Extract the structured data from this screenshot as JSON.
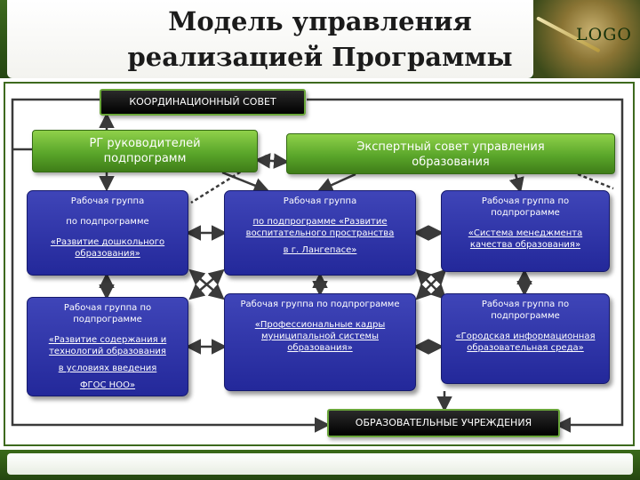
{
  "header": {
    "title_line1": "Модель управления",
    "title_line2": "реализацией Программы",
    "logo": "LOGO"
  },
  "council": {
    "label": "КООРДИНАЦИОННЫЙ СОВЕТ"
  },
  "rg_leaders": {
    "line1": "РГ руководителей",
    "line2": "подпрограмм"
  },
  "expert": {
    "line1": "Экспертный совет управления",
    "line2": "образования"
  },
  "groups": [
    {
      "lines": [
        "Рабочая группа",
        "по подпрограмме",
        "«Развитие дошкольного образования»"
      ]
    },
    {
      "lines": [
        "Рабочая группа",
        "по подпрограмме «Развитие воспитательного пространства",
        "в г. Лангепасе»"
      ]
    },
    {
      "lines": [
        "Рабочая группа по подпрограмме",
        "«Система менеджмента качества образования»"
      ]
    },
    {
      "lines": [
        "Рабочая группа по подпрограмме",
        "«Развитие содержания и технологий образования",
        "в условиях введения",
        "ФГОС НОО»"
      ]
    },
    {
      "lines": [
        "Рабочая группа по подпрограмме",
        "«Профессиональные кадры муниципальной системы образования»"
      ]
    },
    {
      "lines": [
        "Рабочая группа по подпрограмме",
        "«Городская информационная образовательная среда»"
      ]
    }
  ],
  "institutions": {
    "label": "ОБРАЗОВАТЕЛЬНЫЕ УЧРЕЖДЕНИЯ"
  },
  "colors": {
    "header_green": "#2e5416",
    "box_green": "#5aa62a",
    "box_blue": "#2a30a8",
    "box_black": "#000000",
    "connector": "#3a3a3a"
  }
}
